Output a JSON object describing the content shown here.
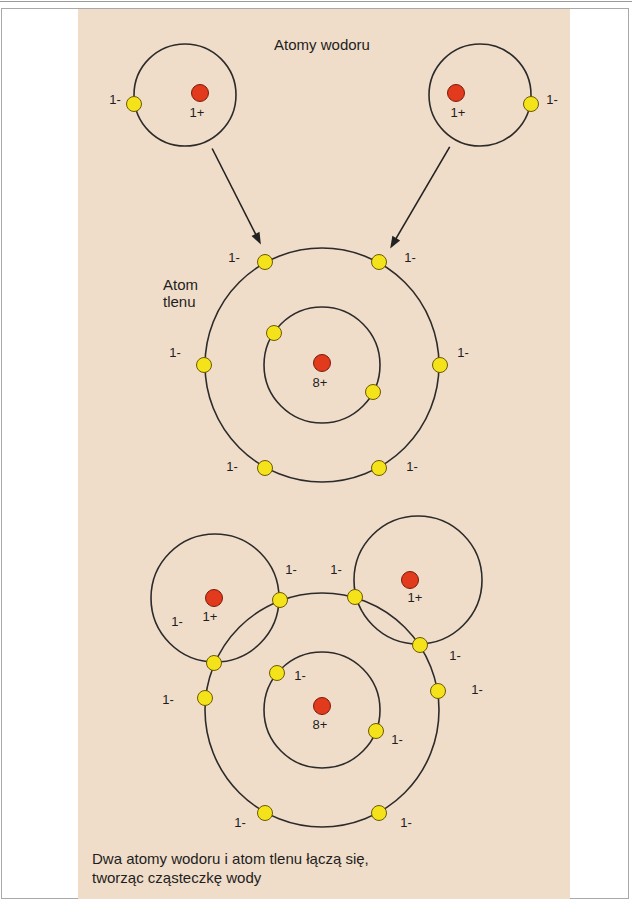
{
  "diagram": {
    "caption": "Dwa atomy wodoru i atom tlenu łączą się, tworząc cząsteczkę wody",
    "nodes": [
      {
        "text": [
          "1+"
        ]
      },
      {
        "text": [
          "1+"
        ]
      },
      {
        "text": [
          "8+"
        ]
      },
      {
        "text": [
          "1+"
        ]
      },
      {
        "text": [
          "1+"
        ]
      },
      {
        "text": [
          "8+"
        ]
      }
    ],
    "edges": [
      {
        "from": 0,
        "to": 2,
        "arrow": "to"
      },
      {
        "from": 1,
        "to": 2,
        "arrow": "to"
      }
    ],
    "labels": [
      "Atomy wodoru",
      "1-",
      "1-",
      "Atom tlenu",
      "1-",
      "1-",
      "1-",
      "1-",
      "1-",
      "1-",
      "1-",
      "1-",
      "1-",
      "1-",
      "1-",
      "1-",
      "1-",
      "1-",
      "1-",
      "1-"
    ]
  }
}
